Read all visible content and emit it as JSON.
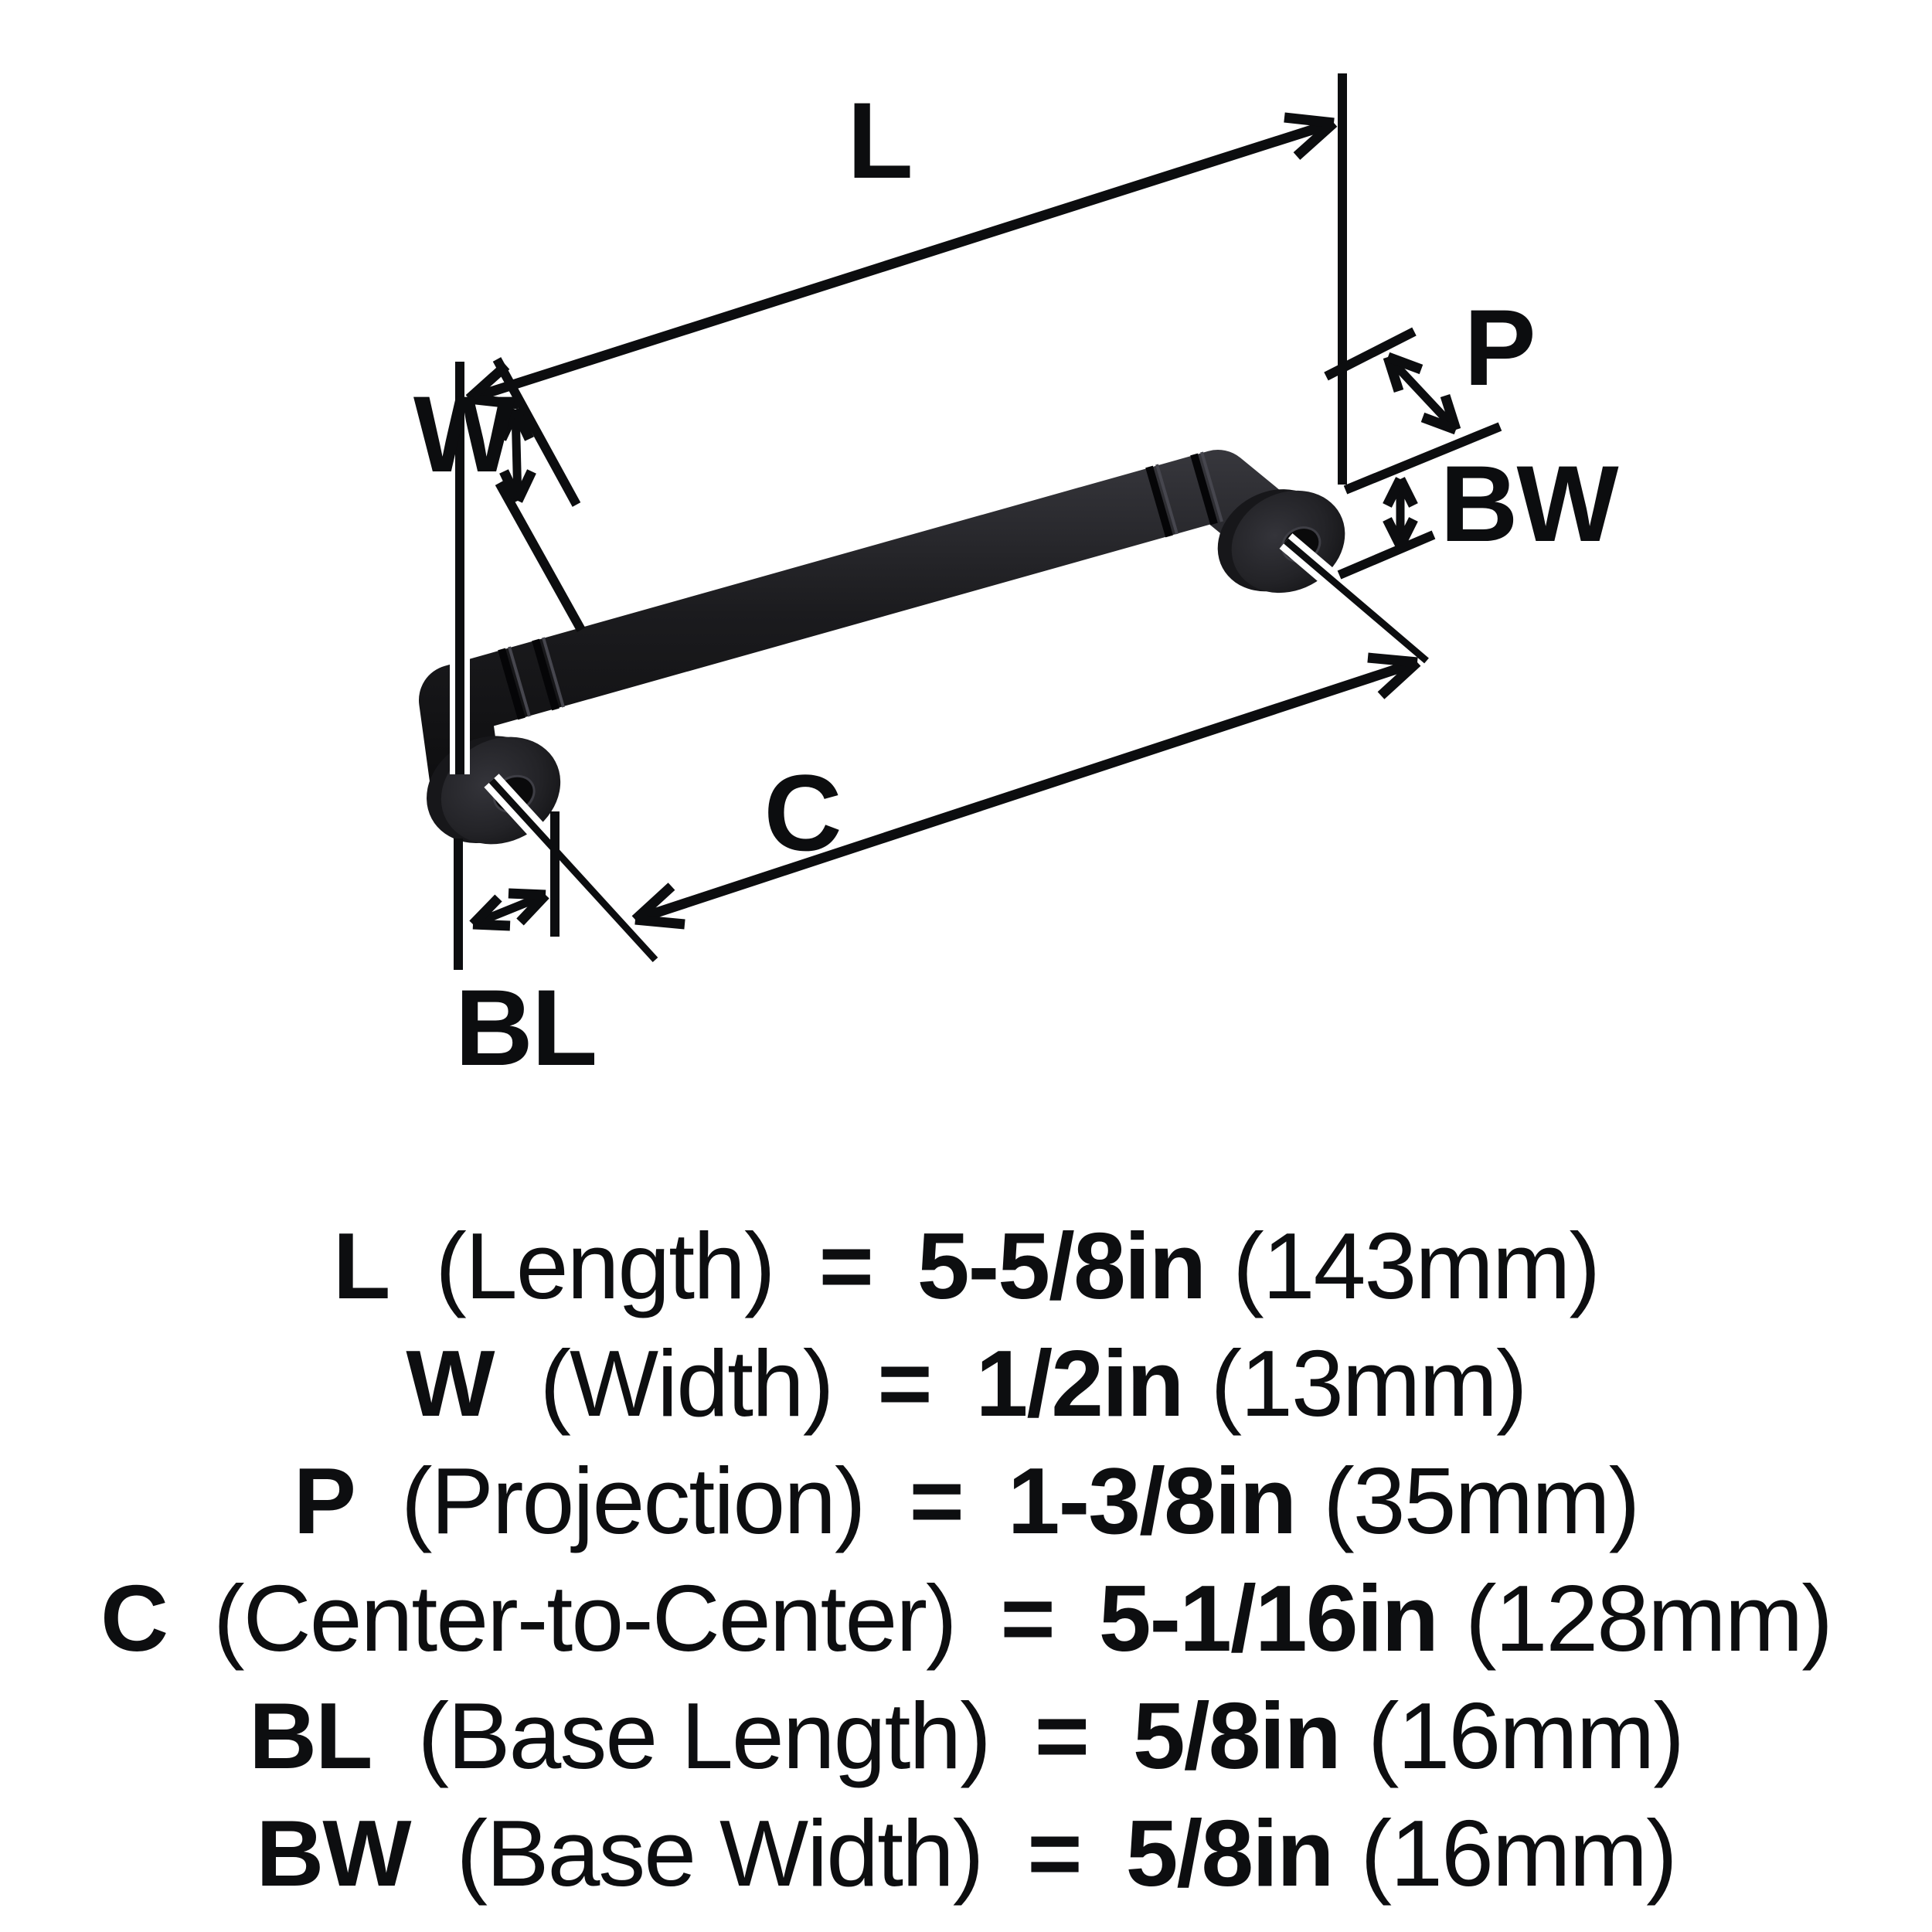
{
  "background": "#ffffff",
  "ink_color": "#0c0d0f",
  "handle": {
    "type": "cabinet-pull-handle-3d-view",
    "body_color": "#1b1b1e",
    "base_color": "#232327"
  },
  "equals_sign": "=",
  "dimension_labels": {
    "length": "L",
    "width": "W",
    "projection": "P",
    "base_width": "BW",
    "center_to_center": "C",
    "base_length": "BL"
  },
  "specs": [
    {
      "code": "L",
      "name": "(Length)",
      "value": "5-5/8in",
      "metric": "(143mm)"
    },
    {
      "code": "W",
      "name": "(Width)",
      "value": "1/2in",
      "metric": "(13mm)"
    },
    {
      "code": "P",
      "name": "(Projection)",
      "value": "1-3/8in",
      "metric": "(35mm)"
    },
    {
      "code": "C",
      "name": "(Center-to-Center)",
      "value": "5-1/16in",
      "metric": "(128mm)"
    },
    {
      "code": "BL",
      "name": "(Base Length)",
      "value": "5/8in",
      "metric": "(16mm)"
    },
    {
      "code": "BW",
      "name": "(Base Width)",
      "value": "5/8in",
      "metric": "(16mm)"
    }
  ]
}
